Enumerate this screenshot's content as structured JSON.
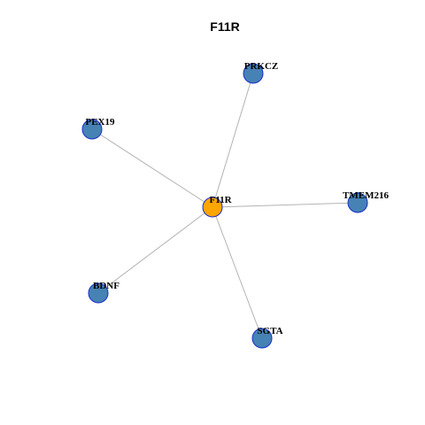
{
  "title": "F11R",
  "colors": {
    "center_fill": "#FFA500",
    "node_fill": "#4682B4",
    "node_stroke": "#1a2fcc",
    "edge": "#b3b3b3"
  },
  "nodes": [
    {
      "id": "F11R",
      "label": "F11R",
      "role": "center"
    },
    {
      "id": "PRKCZ",
      "label": "PRKCZ",
      "role": "neighbor"
    },
    {
      "id": "PEX19",
      "label": "PEX19",
      "role": "neighbor"
    },
    {
      "id": "TMEM216",
      "label": "TMEM216",
      "role": "neighbor"
    },
    {
      "id": "BDNF",
      "label": "BDNF",
      "role": "neighbor"
    },
    {
      "id": "SGTA",
      "label": "SGTA",
      "role": "neighbor"
    }
  ],
  "edges": [
    {
      "source": "F11R",
      "target": "PRKCZ"
    },
    {
      "source": "F11R",
      "target": "PEX19"
    },
    {
      "source": "F11R",
      "target": "TMEM216"
    },
    {
      "source": "F11R",
      "target": "BDNF"
    },
    {
      "source": "F11R",
      "target": "SGTA"
    }
  ]
}
